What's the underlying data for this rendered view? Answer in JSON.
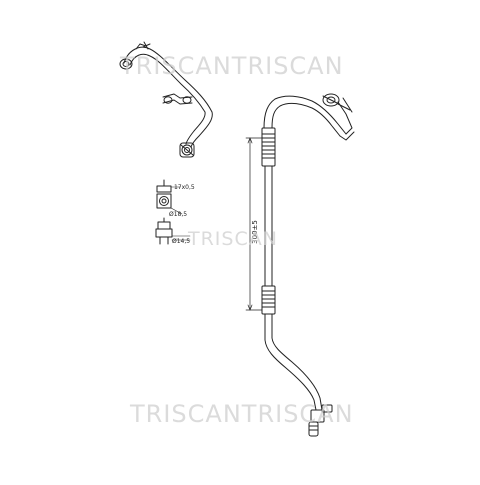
{
  "watermarks": {
    "top": "TRISCANTRISCAN",
    "middle": "TRISCAN",
    "bottom": "TRISCANTRISCAN"
  },
  "dimensions": {
    "flare_size": "17x0,5",
    "outer_diameter_1": "Ø18,5",
    "outer_diameter_2": "Ø14,5",
    "hose_length": "300±5"
  },
  "colors": {
    "line": "#222222",
    "watermark": "#cfcfcf",
    "background": "#ffffff"
  }
}
